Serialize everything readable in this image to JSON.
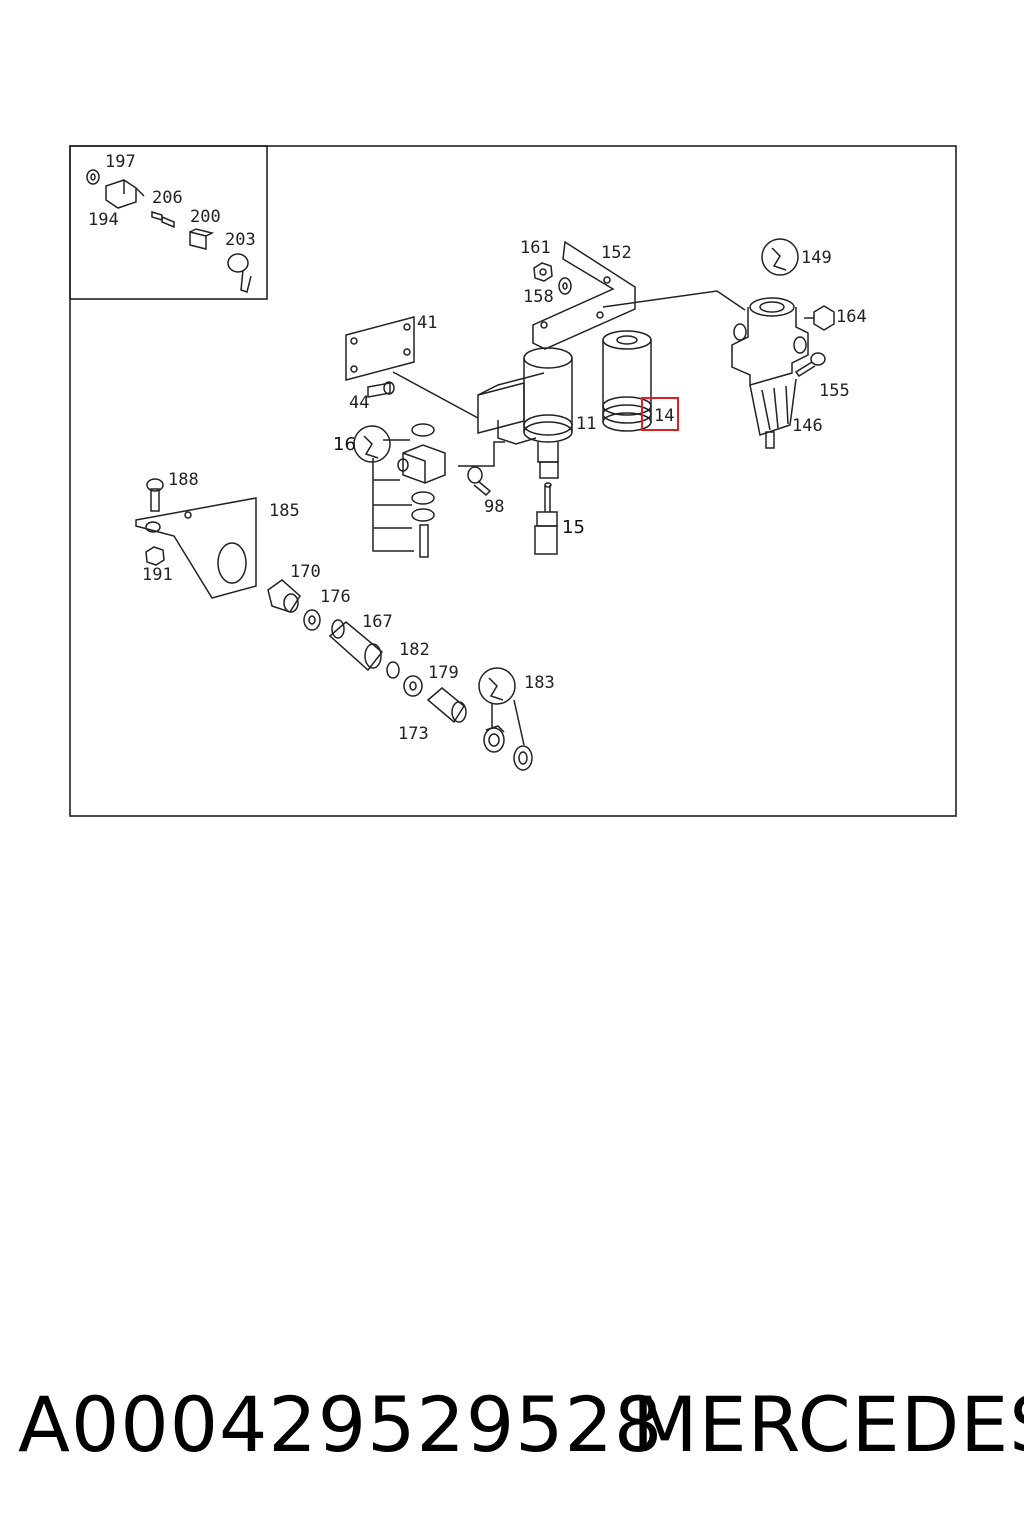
{
  "diagram": {
    "callouts": {
      "c197": "197",
      "c194": "194",
      "c206": "206",
      "c200": "200",
      "c203": "203",
      "c161": "161",
      "c152": "152",
      "c158": "158",
      "c149": "149",
      "c164": "164",
      "c155": "155",
      "c146": "146",
      "c41": "41",
      "c44": "44",
      "c16": "16",
      "c11": "11",
      "c14": "14",
      "c98": "98",
      "c15": "15",
      "c188": "188",
      "c185": "185",
      "c191": "191",
      "c170": "170",
      "c176": "176",
      "c167": "167",
      "c182": "182",
      "c179": "179",
      "c173": "173",
      "c183": "183"
    },
    "highlighted_callout": "14",
    "highlight_color": "#e02020"
  },
  "footer": {
    "part_number": "A000429529528",
    "brand": "MERCEDES"
  }
}
